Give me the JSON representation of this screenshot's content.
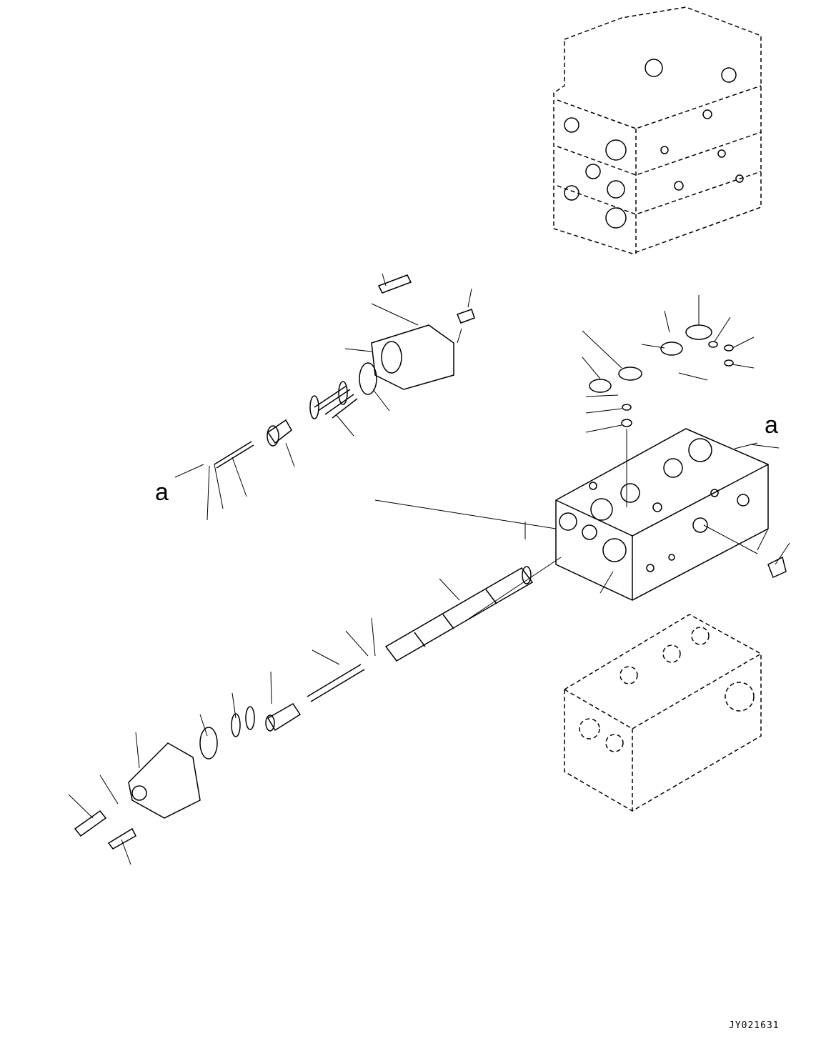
{
  "diagram": {
    "reference_labels": [
      "a",
      "a"
    ],
    "drawing_code": "JY021631"
  }
}
